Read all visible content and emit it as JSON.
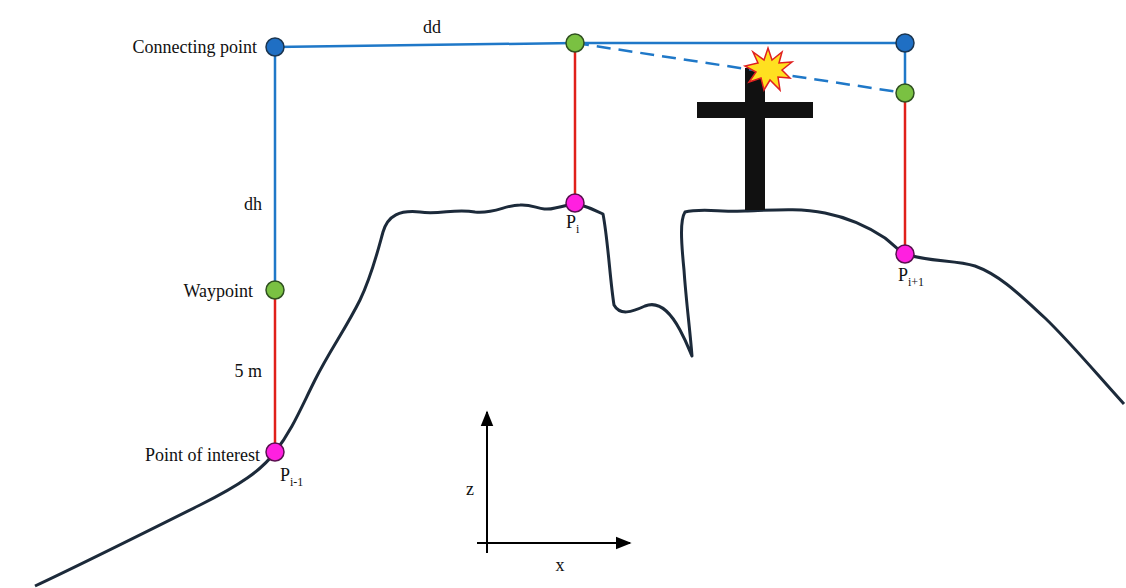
{
  "diagram": {
    "labels": [
      "Connecting point",
      "dd",
      "dh",
      "Waypoint",
      "5 m",
      "Point of interest",
      "Pi-1",
      "Pi",
      "Pi+1",
      "z",
      "x"
    ]
  }
}
